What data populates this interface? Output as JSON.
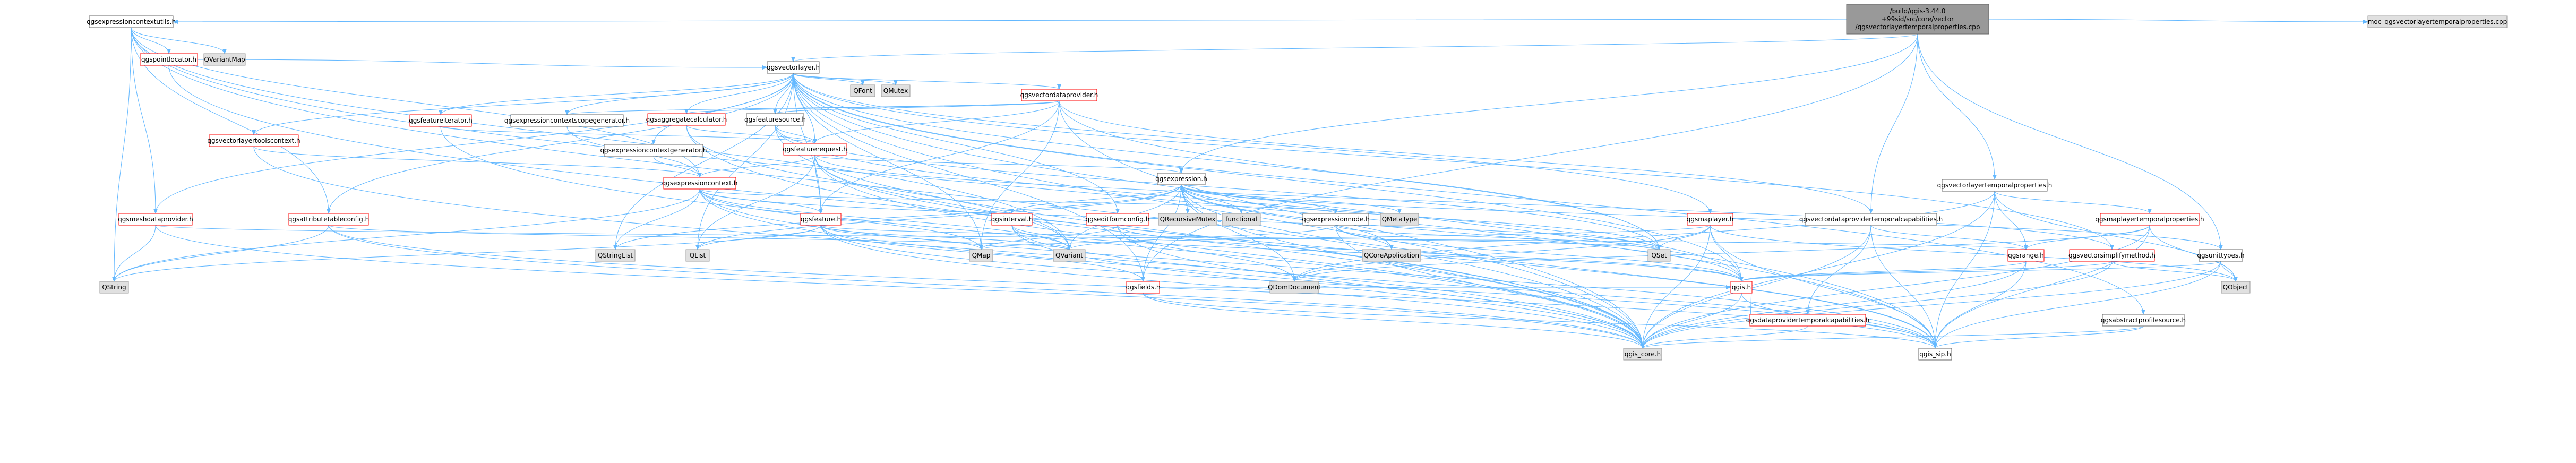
{
  "title": "/build/qgis-3.44.0+99sid/src/core/vector/qgsvectorlayertemporalproperties.cpp",
  "colors": {
    "root_fill": "#999999",
    "root_stroke": "#666666",
    "file_fill": "#ffffff",
    "file_stroke": "#666666",
    "system_fill": "#e0e0e0",
    "system_stroke": "#999999",
    "missing_stroke": "#ff0000",
    "edge": "#63b8ff",
    "text": "#000000"
  },
  "nodes": [
    {
      "id": "root",
      "label_lines": [
        "/build/qgis-3.44.0",
        "+99sid/src/core/vector",
        "/qgsvectorlayertemporalproperties.cpp"
      ],
      "kind": "root"
    },
    {
      "id": "qgsexpressioncontextutils",
      "label_lines": [
        "qgsexpressioncontextutils.h"
      ],
      "kind": "file"
    },
    {
      "id": "qgsvectorlayer",
      "label_lines": [
        "qgsvectorlayer.h"
      ],
      "kind": "file"
    },
    {
      "id": "qgsexpression",
      "label_lines": [
        "qgsexpression.h"
      ],
      "kind": "file"
    },
    {
      "id": "qgsvectorlayertemporalproperties",
      "label_lines": [
        "qgsvectorlayertemporalproperties.h"
      ],
      "kind": "file"
    },
    {
      "id": "qgsvectordataprovidertemporalcapabilities",
      "label_lines": [
        "qgsvectordataprovidertemporalcapabilities.h"
      ],
      "kind": "file"
    },
    {
      "id": "qgsunittypes",
      "label_lines": [
        "qgsunittypes.h"
      ],
      "kind": "file"
    },
    {
      "id": "moc",
      "label_lines": [
        "moc_qgsvectorlayertemporalproperties.cpp"
      ],
      "kind": "system"
    },
    {
      "id": "qgspointlocator",
      "label_lines": [
        "qgspointlocator.h"
      ],
      "kind": "missing"
    },
    {
      "id": "QVariantMap",
      "label_lines": [
        "QVariantMap"
      ],
      "kind": "system"
    },
    {
      "id": "QFont",
      "label_lines": [
        "QFont"
      ],
      "kind": "system"
    },
    {
      "id": "QMutex",
      "label_lines": [
        "QMutex"
      ],
      "kind": "system"
    },
    {
      "id": "qgsvectordataprovider",
      "label_lines": [
        "qgsvectordataprovider.h"
      ],
      "kind": "missing"
    },
    {
      "id": "qgsfeatureiterator",
      "label_lines": [
        "qgsfeatureiterator.h"
      ],
      "kind": "missing"
    },
    {
      "id": "qgsexpressioncontextscopegenerator",
      "label_lines": [
        "qgsexpressioncontextscopegenerator.h"
      ],
      "kind": "file"
    },
    {
      "id": "qgsaggregatecalculator",
      "label_lines": [
        "qgsaggregatecalculator.h"
      ],
      "kind": "missing"
    },
    {
      "id": "qgsfeaturesource",
      "label_lines": [
        "qgsfeaturesource.h"
      ],
      "kind": "file"
    },
    {
      "id": "qgsvectorlayertoolscontext",
      "label_lines": [
        "qgsvectorlayertoolscontext.h"
      ],
      "kind": "missing"
    },
    {
      "id": "qgsexpressioncontextgenerator",
      "label_lines": [
        "qgsexpressioncontextgenerator.h"
      ],
      "kind": "file"
    },
    {
      "id": "qgsfeaturerequest",
      "label_lines": [
        "qgsfeaturerequest.h"
      ],
      "kind": "missing"
    },
    {
      "id": "qgsexpressioncontext",
      "label_lines": [
        "qgsexpressioncontext.h"
      ],
      "kind": "missing"
    },
    {
      "id": "qgsmeshdataprovider",
      "label_lines": [
        "qgsmeshdataprovider.h"
      ],
      "kind": "missing"
    },
    {
      "id": "qgsattributetableconfig",
      "label_lines": [
        "qgsattributetableconfig.h"
      ],
      "kind": "missing"
    },
    {
      "id": "qgsfeature",
      "label_lines": [
        "qgsfeature.h"
      ],
      "kind": "missing"
    },
    {
      "id": "qgsinterval",
      "label_lines": [
        "qgsinterval.h"
      ],
      "kind": "missing"
    },
    {
      "id": "qgseditformconfig",
      "label_lines": [
        "qgseditformconfig.h"
      ],
      "kind": "missing"
    },
    {
      "id": "QRecursiveMutex",
      "label_lines": [
        "QRecursiveMutex"
      ],
      "kind": "system"
    },
    {
      "id": "functional",
      "label_lines": [
        "functional"
      ],
      "kind": "system"
    },
    {
      "id": "qgsexpressionnode",
      "label_lines": [
        "qgsexpressionnode.h"
      ],
      "kind": "file"
    },
    {
      "id": "QMetaType",
      "label_lines": [
        "QMetaType"
      ],
      "kind": "system"
    },
    {
      "id": "qgsmaplayer",
      "label_lines": [
        "qgsmaplayer.h"
      ],
      "kind": "missing"
    },
    {
      "id": "qgsmaplayertemporalproperties",
      "label_lines": [
        "qgsmaplayertemporalproperties.h"
      ],
      "kind": "missing"
    },
    {
      "id": "QStringList",
      "label_lines": [
        "QStringList"
      ],
      "kind": "system"
    },
    {
      "id": "QString",
      "label_lines": [
        "QString"
      ],
      "kind": "system"
    },
    {
      "id": "QList",
      "label_lines": [
        "QList"
      ],
      "kind": "system"
    },
    {
      "id": "QMap",
      "label_lines": [
        "QMap"
      ],
      "kind": "system"
    },
    {
      "id": "QVariant",
      "label_lines": [
        "QVariant"
      ],
      "kind": "system"
    },
    {
      "id": "qgsfields",
      "label_lines": [
        "qgsfields.h"
      ],
      "kind": "missing"
    },
    {
      "id": "QDomDocument",
      "label_lines": [
        "QDomDocument"
      ],
      "kind": "system"
    },
    {
      "id": "QCoreApplication",
      "label_lines": [
        "QCoreApplication"
      ],
      "kind": "system"
    },
    {
      "id": "QSet",
      "label_lines": [
        "QSet"
      ],
      "kind": "system"
    },
    {
      "id": "qgsrange",
      "label_lines": [
        "qgsrange.h"
      ],
      "kind": "missing"
    },
    {
      "id": "qgsvectorsimplifymethod",
      "label_lines": [
        "qgsvectorsimplifymethod.h"
      ],
      "kind": "missing"
    },
    {
      "id": "qgis",
      "label_lines": [
        "qgis.h"
      ],
      "kind": "missing"
    },
    {
      "id": "qgsdataprovidertemporalcapabilities",
      "label_lines": [
        "qgsdataprovidertemporalcapabilities.h"
      ],
      "kind": "missing"
    },
    {
      "id": "qgsabstractprofilesource",
      "label_lines": [
        "qgsabstractprofilesource.h"
      ],
      "kind": "file"
    },
    {
      "id": "QObject",
      "label_lines": [
        "QObject"
      ],
      "kind": "system"
    },
    {
      "id": "qgis_core",
      "label_lines": [
        "qgis_core.h"
      ],
      "kind": "system"
    },
    {
      "id": "qgis_sip",
      "label_lines": [
        "qgis_sip.h"
      ],
      "kind": "file"
    }
  ],
  "edges": [
    [
      "root",
      "qgsexpressioncontextutils"
    ],
    [
      "root",
      "qgsvectorlayer"
    ],
    [
      "root",
      "qgsexpression"
    ],
    [
      "root",
      "qgsvectorlayertemporalproperties"
    ],
    [
      "root",
      "qgsvectordataprovidertemporalcapabilities"
    ],
    [
      "root",
      "qgsunittypes"
    ],
    [
      "root",
      "moc"
    ],
    [
      "root",
      "qgsfields"
    ],
    [
      "qgsexpressioncontextutils",
      "qgspointlocator"
    ],
    [
      "qgsexpressioncontextutils",
      "QVariantMap"
    ],
    [
      "qgsexpressioncontextutils",
      "qgsexpressioncontext"
    ],
    [
      "qgsexpressioncontextutils",
      "qgis_core"
    ],
    [
      "qgsexpressioncontextutils",
      "qgis_sip"
    ],
    [
      "qgsexpressioncontextutils",
      "QString"
    ],
    [
      "qgsexpressioncontextutils",
      "QVariant"
    ],
    [
      "qgsexpressioncontextutils",
      "qgsmeshdataprovider"
    ],
    [
      "qgsexpressioncontextutils",
      "qgsattributetableconfig"
    ],
    [
      "qgspointlocator",
      "qgsvectorlayer"
    ],
    [
      "qgspointlocator",
      "qgis_core"
    ],
    [
      "qgsvectorlayer",
      "QFont"
    ],
    [
      "qgsvectorlayer",
      "QMutex"
    ],
    [
      "qgsvectorlayer",
      "qgsvectordataprovider"
    ],
    [
      "qgsvectorlayer",
      "qgsfeatureiterator"
    ],
    [
      "qgsvectorlayer",
      "qgsexpressioncontextscopegenerator"
    ],
    [
      "qgsvectorlayer",
      "qgsaggregatecalculator"
    ],
    [
      "qgsvectorlayer",
      "qgsfeaturesource"
    ],
    [
      "qgsvectorlayer",
      "qgsvectorlayertoolscontext"
    ],
    [
      "qgsvectorlayer",
      "qgsmaplayer"
    ],
    [
      "qgsvectorlayer",
      "qgsfeature"
    ],
    [
      "qgsvectorlayer",
      "qgseditformconfig"
    ],
    [
      "qgsvectorlayer",
      "qgsfields"
    ],
    [
      "qgsvectorlayer",
      "qgsattributetableconfig"
    ],
    [
      "qgsvectorlayer",
      "qgsvectorsimplifymethod"
    ],
    [
      "qgsvectorlayer",
      "qgsabstractprofilesource"
    ],
    [
      "qgsvectorlayer",
      "qgis"
    ],
    [
      "qgsvectorlayer",
      "qgis_core"
    ],
    [
      "qgsvectorlayer",
      "qgis_sip"
    ],
    [
      "qgsvectorlayer",
      "QList"
    ],
    [
      "qgsvectorlayer",
      "QMap"
    ],
    [
      "qgsvectorlayer",
      "QSet"
    ],
    [
      "qgsvectorlayer",
      "QStringList"
    ],
    [
      "qgsvectorlayer",
      "qgsfeaturerequest"
    ],
    [
      "qgsvectorlayer",
      "qgsexpressioncontextgenerator"
    ],
    [
      "qgsvectorlayer",
      "qgsmeshdataprovider"
    ],
    [
      "qgsvectordataprovider",
      "qgsfeaturerequest"
    ],
    [
      "qgsvectordataprovider",
      "qgsaggregatecalculator"
    ],
    [
      "qgsvectordataprovider",
      "qgsfeature"
    ],
    [
      "qgsvectordataprovider",
      "qgis_core"
    ],
    [
      "qgsvectordataprovider",
      "QMap"
    ],
    [
      "qgsvectordataprovider",
      "QSet"
    ],
    [
      "qgsvectordataprovider",
      "qgsvectordataprovidertemporalcapabilities"
    ],
    [
      "qgsvectordataprovider",
      "qgsfeaturesource"
    ],
    [
      "qgsvectordataprovider",
      "qgsexpressioncontextscopegenerator"
    ],
    [
      "qgsfeatureiterator",
      "qgsfeaturerequest"
    ],
    [
      "qgsfeatureiterator",
      "qgis_core"
    ],
    [
      "qgsexpressioncontextscopegenerator",
      "qgsexpressioncontext"
    ],
    [
      "qgsaggregatecalculator",
      "qgsfeaturerequest"
    ],
    [
      "qgsaggregatecalculator",
      "qgis_core"
    ],
    [
      "qgsaggregatecalculator",
      "QVariant"
    ],
    [
      "qgsfeaturesource",
      "qgsfeaturerequest"
    ],
    [
      "qgsfeaturesource",
      "qgis_core"
    ],
    [
      "qgsfeaturesource",
      "qgis"
    ],
    [
      "qgsfeaturesource",
      "QSet"
    ],
    [
      "qgsvectorlayertoolscontext",
      "qgsexpressioncontext"
    ],
    [
      "qgsvectorlayertoolscontext",
      "qgis_core"
    ],
    [
      "qgsexpressioncontextgenerator",
      "qgsexpressioncontext"
    ],
    [
      "qgsfeaturerequest",
      "qgsexpression"
    ],
    [
      "qgsfeaturerequest",
      "qgsexpressioncontext"
    ],
    [
      "qgsfeaturerequest",
      "qgsfeature"
    ],
    [
      "qgsfeaturerequest",
      "qgis_core"
    ],
    [
      "qgsfeaturerequest",
      "qgis_sip"
    ],
    [
      "qgsfeaturerequest",
      "QList"
    ],
    [
      "qgsfeaturerequest",
      "QVariant"
    ],
    [
      "qgsfeaturerequest",
      "qgsvectorsimplifymethod"
    ],
    [
      "qgsexpressioncontext",
      "qgsfeature"
    ],
    [
      "qgsexpressioncontext",
      "qgis_core"
    ],
    [
      "qgsexpressioncontext",
      "qgis_sip"
    ],
    [
      "qgsexpressioncontext",
      "QStringList"
    ],
    [
      "qgsexpressioncontext",
      "QString"
    ],
    [
      "qgsexpressioncontext",
      "QVariant"
    ],
    [
      "qgsexpressioncontext",
      "QSet"
    ],
    [
      "qgsexpressioncontext",
      "QMap"
    ],
    [
      "qgsexpressioncontext",
      "qgsexpressionnode"
    ],
    [
      "qgsmeshdataprovider",
      "QString"
    ],
    [
      "qgsmeshdataprovider",
      "qgis_core"
    ],
    [
      "qgsmeshdataprovider",
      "qgsrange"
    ],
    [
      "qgsattributetableconfig",
      "QString"
    ],
    [
      "qgsattributetableconfig",
      "QVariant"
    ],
    [
      "qgsattributetableconfig",
      "qgis_core"
    ],
    [
      "qgsattributetableconfig",
      "qgis_sip"
    ],
    [
      "qgsfeature",
      "QMap"
    ],
    [
      "qgsfeature",
      "QString"
    ],
    [
      "qgsfeature",
      "QVariant"
    ],
    [
      "qgsfeature",
      "QList"
    ],
    [
      "qgsfeature",
      "QSet"
    ],
    [
      "qgsfeature",
      "qgsfields"
    ],
    [
      "qgsfeature",
      "qgis_core"
    ],
    [
      "qgsfeature",
      "qgis_sip"
    ],
    [
      "qgsinterval",
      "QVariant"
    ],
    [
      "qgsinterval",
      "qgis_core"
    ],
    [
      "qgsinterval",
      "qgis"
    ],
    [
      "qgsinterval",
      "qgis_sip"
    ],
    [
      "qgseditformconfig",
      "QMap"
    ],
    [
      "qgseditformconfig",
      "QDomDocument"
    ],
    [
      "qgseditformconfig",
      "qgis_core"
    ],
    [
      "qgseditformconfig",
      "qgis"
    ],
    [
      "qgsexpression",
      "QMetaType"
    ],
    [
      "qgsexpression",
      "QStringList"
    ],
    [
      "qgsexpression",
      "QVariant"
    ],
    [
      "qgsexpression",
      "QList"
    ],
    [
      "qgsexpression",
      "QDomDocument"
    ],
    [
      "qgsexpression",
      "QCoreApplication"
    ],
    [
      "qgsexpression",
      "QSet"
    ],
    [
      "qgsexpression",
      "QRecursiveMutex"
    ],
    [
      "qgsexpression",
      "functional"
    ],
    [
      "qgsexpression",
      "qgis"
    ],
    [
      "qgsexpression",
      "qgis_core"
    ],
    [
      "qgsexpression",
      "qgis_sip"
    ],
    [
      "qgsexpression",
      "qgsinterval"
    ],
    [
      "qgsexpression",
      "qgsexpressionnode"
    ],
    [
      "qgsexpression",
      "qgsunittypes"
    ],
    [
      "qgsexpression",
      "qgsfields"
    ],
    [
      "qgsexpressionnode",
      "QSet"
    ],
    [
      "qgsexpressionnode",
      "QVariant"
    ],
    [
      "qgsexpressionnode",
      "QCoreApplication"
    ],
    [
      "qgsexpressionnode",
      "qgis"
    ],
    [
      "qgsexpressionnode",
      "qgis_core"
    ],
    [
      "qgsmaplayer",
      "QDomDocument"
    ],
    [
      "qgsmaplayer",
      "QSet"
    ],
    [
      "qgsmaplayer",
      "QMap"
    ],
    [
      "qgsmaplayer",
      "qgis"
    ],
    [
      "qgsmaplayer",
      "qgis_core"
    ],
    [
      "qgsmaplayer",
      "qgis_sip"
    ],
    [
      "qgsmaplayer",
      "QObject"
    ],
    [
      "qgsvectorlayertemporalproperties",
      "qgsmaplayertemporalproperties"
    ],
    [
      "qgsvectorlayertemporalproperties",
      "qgis_core"
    ],
    [
      "qgsvectorlayertemporalproperties",
      "qgis_sip"
    ],
    [
      "qgsvectorlayertemporalproperties",
      "QDomDocument"
    ],
    [
      "qgsvectorlayertemporalproperties",
      "qgsrange"
    ],
    [
      "qgsvectorlayertemporalproperties",
      "QObject"
    ],
    [
      "qgsmaplayertemporalproperties",
      "qgsrange"
    ],
    [
      "qgsmaplayertemporalproperties",
      "qgis_core"
    ],
    [
      "qgsmaplayertemporalproperties",
      "qgis_sip"
    ],
    [
      "qgsmaplayertemporalproperties",
      "QObject"
    ],
    [
      "qgsmaplayertemporalproperties",
      "QDomDocument"
    ],
    [
      "qgsvectordataprovidertemporalcapabilities",
      "qgsdataprovidertemporalcapabilities"
    ],
    [
      "qgsvectordataprovidertemporalcapabilities",
      "qgsrange"
    ],
    [
      "qgsvectordataprovidertemporalcapabilities",
      "qgis_core"
    ],
    [
      "qgsvectordataprovidertemporalcapabilities",
      "qgis_sip"
    ],
    [
      "qgsfields",
      "qgis_core"
    ],
    [
      "qgsfields",
      "qgis_sip"
    ],
    [
      "qgsfields",
      "qgis"
    ],
    [
      "qgsrange",
      "qgis"
    ],
    [
      "qgsrange",
      "qgis_core"
    ],
    [
      "qgsrange",
      "qgis_sip"
    ],
    [
      "qgsvectorsimplifymethod",
      "qgis"
    ],
    [
      "qgsvectorsimplifymethod",
      "qgis_core"
    ],
    [
      "qgsvectorsimplifymethod",
      "QObject"
    ],
    [
      "qgis",
      "qgis_core"
    ],
    [
      "qgis",
      "qgis_sip"
    ],
    [
      "qgsdataprovidertemporalcapabilities",
      "qgis_core"
    ],
    [
      "qgsdataprovidertemporalcapabilities",
      "qgis"
    ],
    [
      "qgsabstractprofilesource",
      "qgis_core"
    ],
    [
      "qgsabstractprofilesource",
      "qgis_sip"
    ],
    [
      "qgsunittypes",
      "qgis_core"
    ],
    [
      "qgsunittypes",
      "qgis_sip"
    ],
    [
      "qgsunittypes",
      "QObject"
    ],
    [
      "qgsunittypes",
      "qgis"
    ]
  ]
}
